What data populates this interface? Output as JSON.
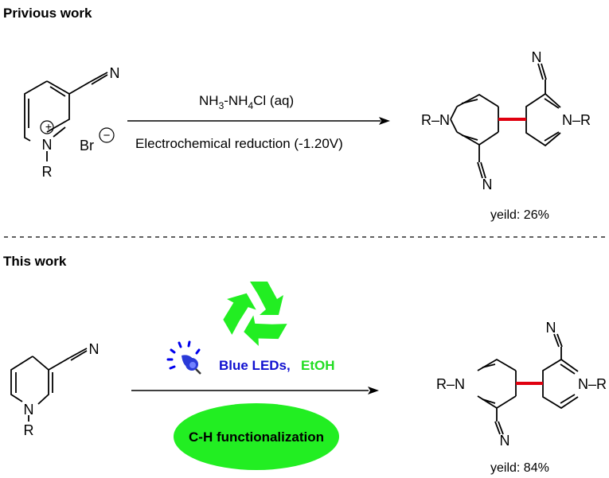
{
  "sections": {
    "previous_title": "Privious work",
    "this_title": "This work"
  },
  "previous": {
    "conditions_top_parts": [
      "NH",
      "3",
      "-NH",
      "4",
      "Cl (aq)"
    ],
    "conditions_bottom": "Electrochemical reduction (-1.20V)",
    "yield": "yeild: 26%",
    "counterion": "Br",
    "charge_minus": "−",
    "charge_plus": "+"
  },
  "this": {
    "condition_blue": "Blue LEDs,",
    "condition_green": "EtOH",
    "ellipse_label": "C-H functionalization",
    "yield": "yeild: 84%"
  },
  "atoms": {
    "N": "N",
    "R": "R",
    "R_N": "R–N",
    "N_R": "N–R"
  },
  "colors": {
    "accent_red": "#e0000f",
    "green": "#22ee22",
    "blue_text": "#1010d0",
    "green_text": "#22dd22"
  },
  "icons": {
    "recycle": "recycle-icon",
    "led": "blue-led-icon"
  }
}
